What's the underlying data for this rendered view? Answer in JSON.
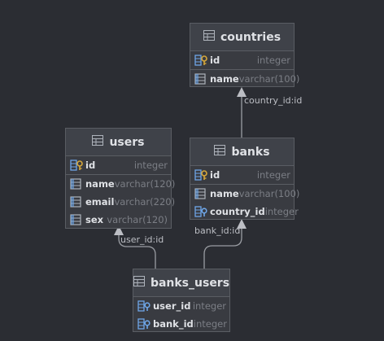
{
  "colors": {
    "background": "#2b2d33",
    "table_fill": "#393b41",
    "border": "#5a5d63",
    "key_blue": "#6ea6e8",
    "key_gold": "#d6a73a",
    "connector": "#9a9da3"
  },
  "tables": {
    "countries": {
      "title": "countries",
      "icon": "table-icon",
      "columns": [
        {
          "name": "id",
          "type": "integer",
          "icon": "primary-key-icon"
        },
        {
          "name": "name",
          "type": "varchar(100)",
          "icon": "column-icon"
        }
      ]
    },
    "users": {
      "title": "users",
      "icon": "table-icon",
      "columns": [
        {
          "name": "id",
          "type": "integer",
          "icon": "primary-key-icon"
        },
        {
          "name": "name",
          "type": "varchar(120)",
          "icon": "column-icon"
        },
        {
          "name": "email",
          "type": "varchar(220)",
          "icon": "column-icon"
        },
        {
          "name": "sex",
          "type": "varchar(120)",
          "icon": "column-icon"
        }
      ]
    },
    "banks": {
      "title": "banks",
      "icon": "table-icon",
      "columns": [
        {
          "name": "id",
          "type": "integer",
          "icon": "primary-key-icon"
        },
        {
          "name": "name",
          "type": "varchar(100)",
          "icon": "column-icon"
        },
        {
          "name": "country_id",
          "type": "integer",
          "icon": "foreign-key-icon"
        }
      ]
    },
    "banks_users": {
      "title": "banks_users",
      "icon": "table-icon",
      "columns": [
        {
          "name": "user_id",
          "type": "integer",
          "icon": "foreign-key-icon"
        },
        {
          "name": "bank_id",
          "type": "integer",
          "icon": "foreign-key-icon"
        }
      ]
    }
  },
  "relations": {
    "banks_countries": {
      "label": "country_id:id"
    },
    "banks_users_users": {
      "label": "user_id:id"
    },
    "banks_users_banks": {
      "label": "bank_id:id"
    }
  }
}
